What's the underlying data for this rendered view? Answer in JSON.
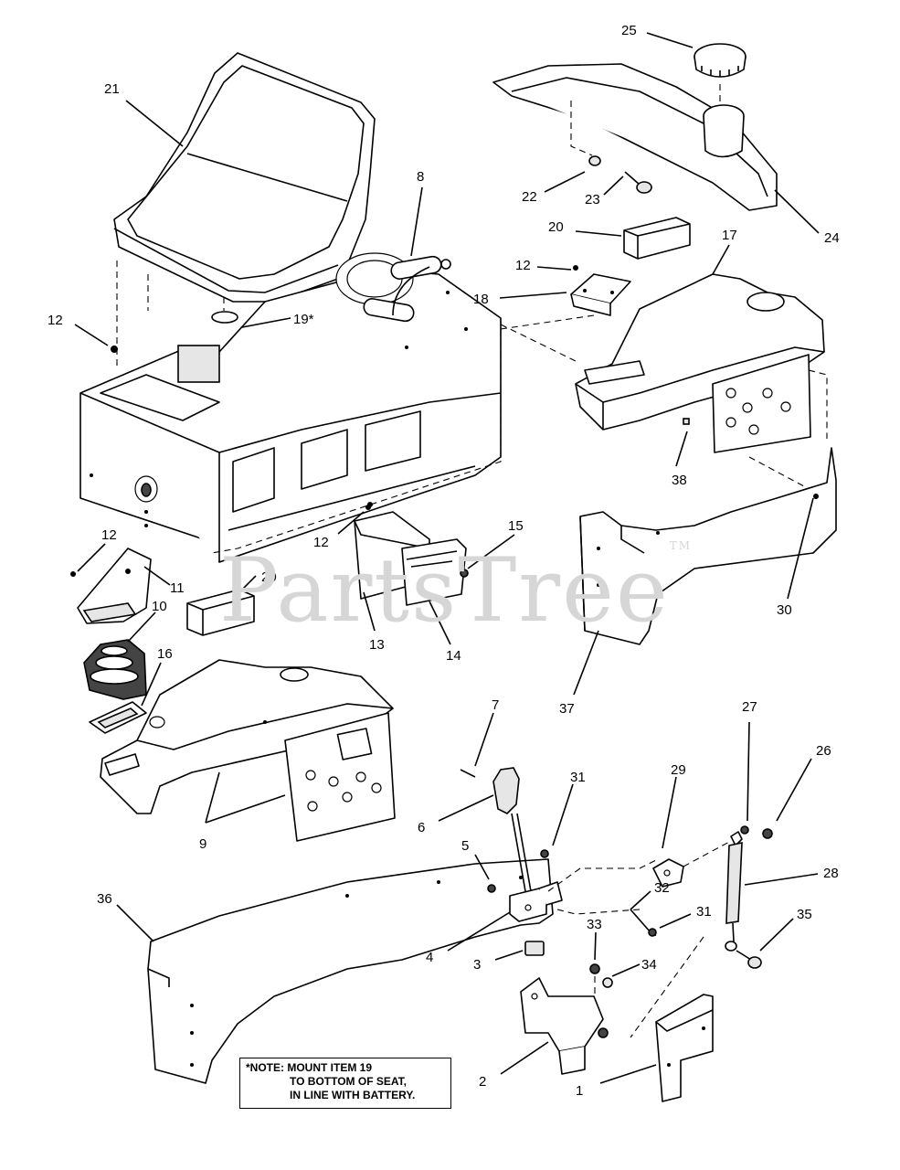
{
  "watermark": {
    "text": "PartsTree",
    "tm": "TM"
  },
  "note": {
    "line1": "*NOTE: MOUNT ITEM 19",
    "line2": "TO BOTTOM OF SEAT,",
    "line3": "IN LINE WITH BATTERY."
  },
  "callouts": [
    "21",
    "8",
    "12",
    "19*",
    "25",
    "22",
    "23",
    "24",
    "20",
    "17",
    "12",
    "18",
    "38",
    "30",
    "37",
    "12",
    "20",
    "15",
    "13",
    "14",
    "12",
    "11",
    "10",
    "16",
    "9",
    "7",
    "31",
    "29",
    "27",
    "26",
    "6",
    "5",
    "32",
    "28",
    "31",
    "35",
    "33",
    "34",
    "4",
    "3",
    "36",
    "2",
    "1"
  ]
}
